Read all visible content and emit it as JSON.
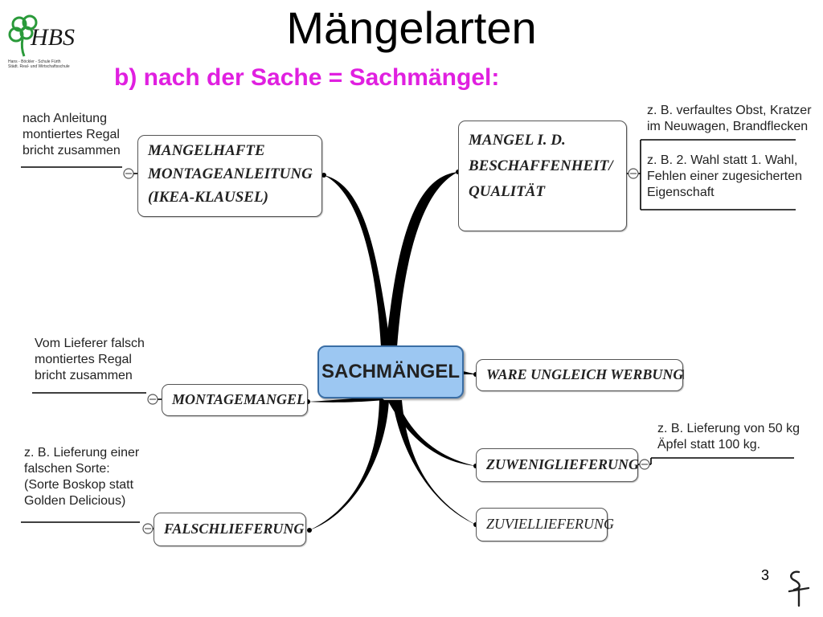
{
  "slide": {
    "title": "Mängelarten",
    "subtitle": "b) nach der Sache = Sachmängel:",
    "page_number": "3"
  },
  "logo": {
    "initials": "HBS",
    "lines": [
      "Hans - Böckler - Schule Fürth",
      "Städt. Real- und Wirtschaftsschule"
    ]
  },
  "mindmap": {
    "center": "SACHMÄNGEL",
    "branches": {
      "montageanleitung": {
        "lines": [
          "MANGELHAFTE",
          "MONTAGEANLEITUNG",
          "(IKEA-KLAUSEL)"
        ]
      },
      "beschaffenheit": {
        "lines": [
          "MANGEL I. D.",
          "BESCHAFFENHEIT/",
          "QUALITÄT"
        ]
      },
      "montagemangel": {
        "lines": [
          "MONTAGEMANGEL"
        ]
      },
      "werbung": {
        "lines": [
          "WARE UNGLEICH WERBUNG"
        ]
      },
      "zuwenig": {
        "lines": [
          "ZUWENIGLIEFERUNG"
        ]
      },
      "falsch": {
        "lines": [
          "FALSCHLIEFERUNG"
        ]
      },
      "zuviel": {
        "lines": [
          "ZUVIELLIEFERUNG"
        ]
      }
    },
    "notes": {
      "regal": [
        "nach Anleitung",
        "montiertes Regal",
        "bricht zusammen"
      ],
      "obst": [
        "z. B. verfaultes Obst, Kratzer",
        "im Neuwagen, Brandflecken"
      ],
      "wahl": [
        "z. B. 2. Wahl statt 1. Wahl,",
        "Fehlen einer zugesicherten",
        "Eigenschaft"
      ],
      "lieferer": [
        "Vom Lieferer falsch",
        "montiertes Regal",
        "bricht zusammen"
      ],
      "sorte": [
        "z. B. Lieferung einer",
        "falschen Sorte:",
        "(Sorte Boskop statt",
        "Golden Delicious)"
      ],
      "aepfel": [
        "z. B. Lieferung von 50 kg",
        "Äpfel statt 100 kg."
      ]
    }
  }
}
